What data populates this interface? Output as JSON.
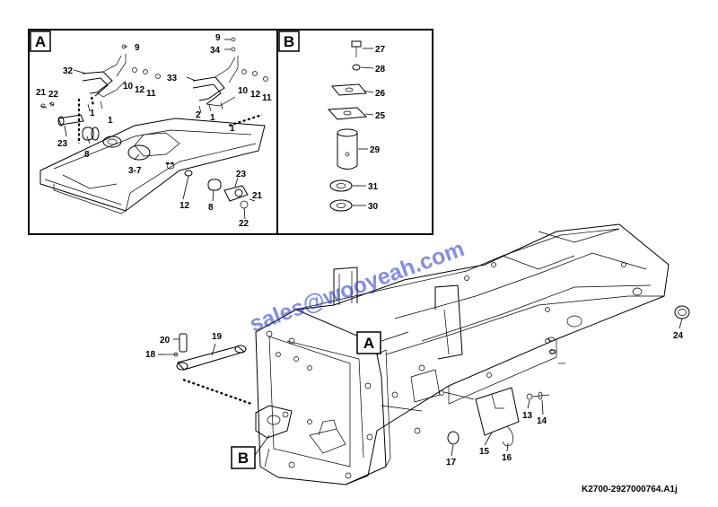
{
  "panels": [
    {
      "id": "A",
      "label": "A"
    },
    {
      "id": "B",
      "label": "B"
    }
  ],
  "callouts": {
    "main_a": "A",
    "main_b": "B"
  },
  "part_labels": {
    "a_9": "9",
    "a_34": "34",
    "a_32": "32",
    "a_33": "33",
    "a_10a": "10",
    "a_12a": "12",
    "a_11a": "11",
    "a_10b": "10",
    "a_12b": "12",
    "a_11b": "11",
    "a_21a": "21",
    "a_22a": "22",
    "a_1a": "1",
    "a_1b": "1",
    "a_2": "2",
    "a_1c": "1",
    "a_1d": "1",
    "a_23a": "23",
    "a_8a": "8",
    "a_37": "3-7",
    "a_23b": "23",
    "a_21b": "21",
    "a_12c": "12",
    "a_8b": "8",
    "a_22b": "22",
    "b_27": "27",
    "b_28": "28",
    "b_26": "26",
    "b_25": "25",
    "b_29": "29",
    "b_31": "31",
    "b_30": "30",
    "m_20": "20",
    "m_19": "19",
    "m_18": "18",
    "m_24": "24",
    "m_13": "13",
    "m_14": "14",
    "m_15": "15",
    "m_16": "16",
    "m_17": "17"
  },
  "watermark": "sales@wooyeah.com",
  "reference_code": "K2700-2927000764.A1j"
}
